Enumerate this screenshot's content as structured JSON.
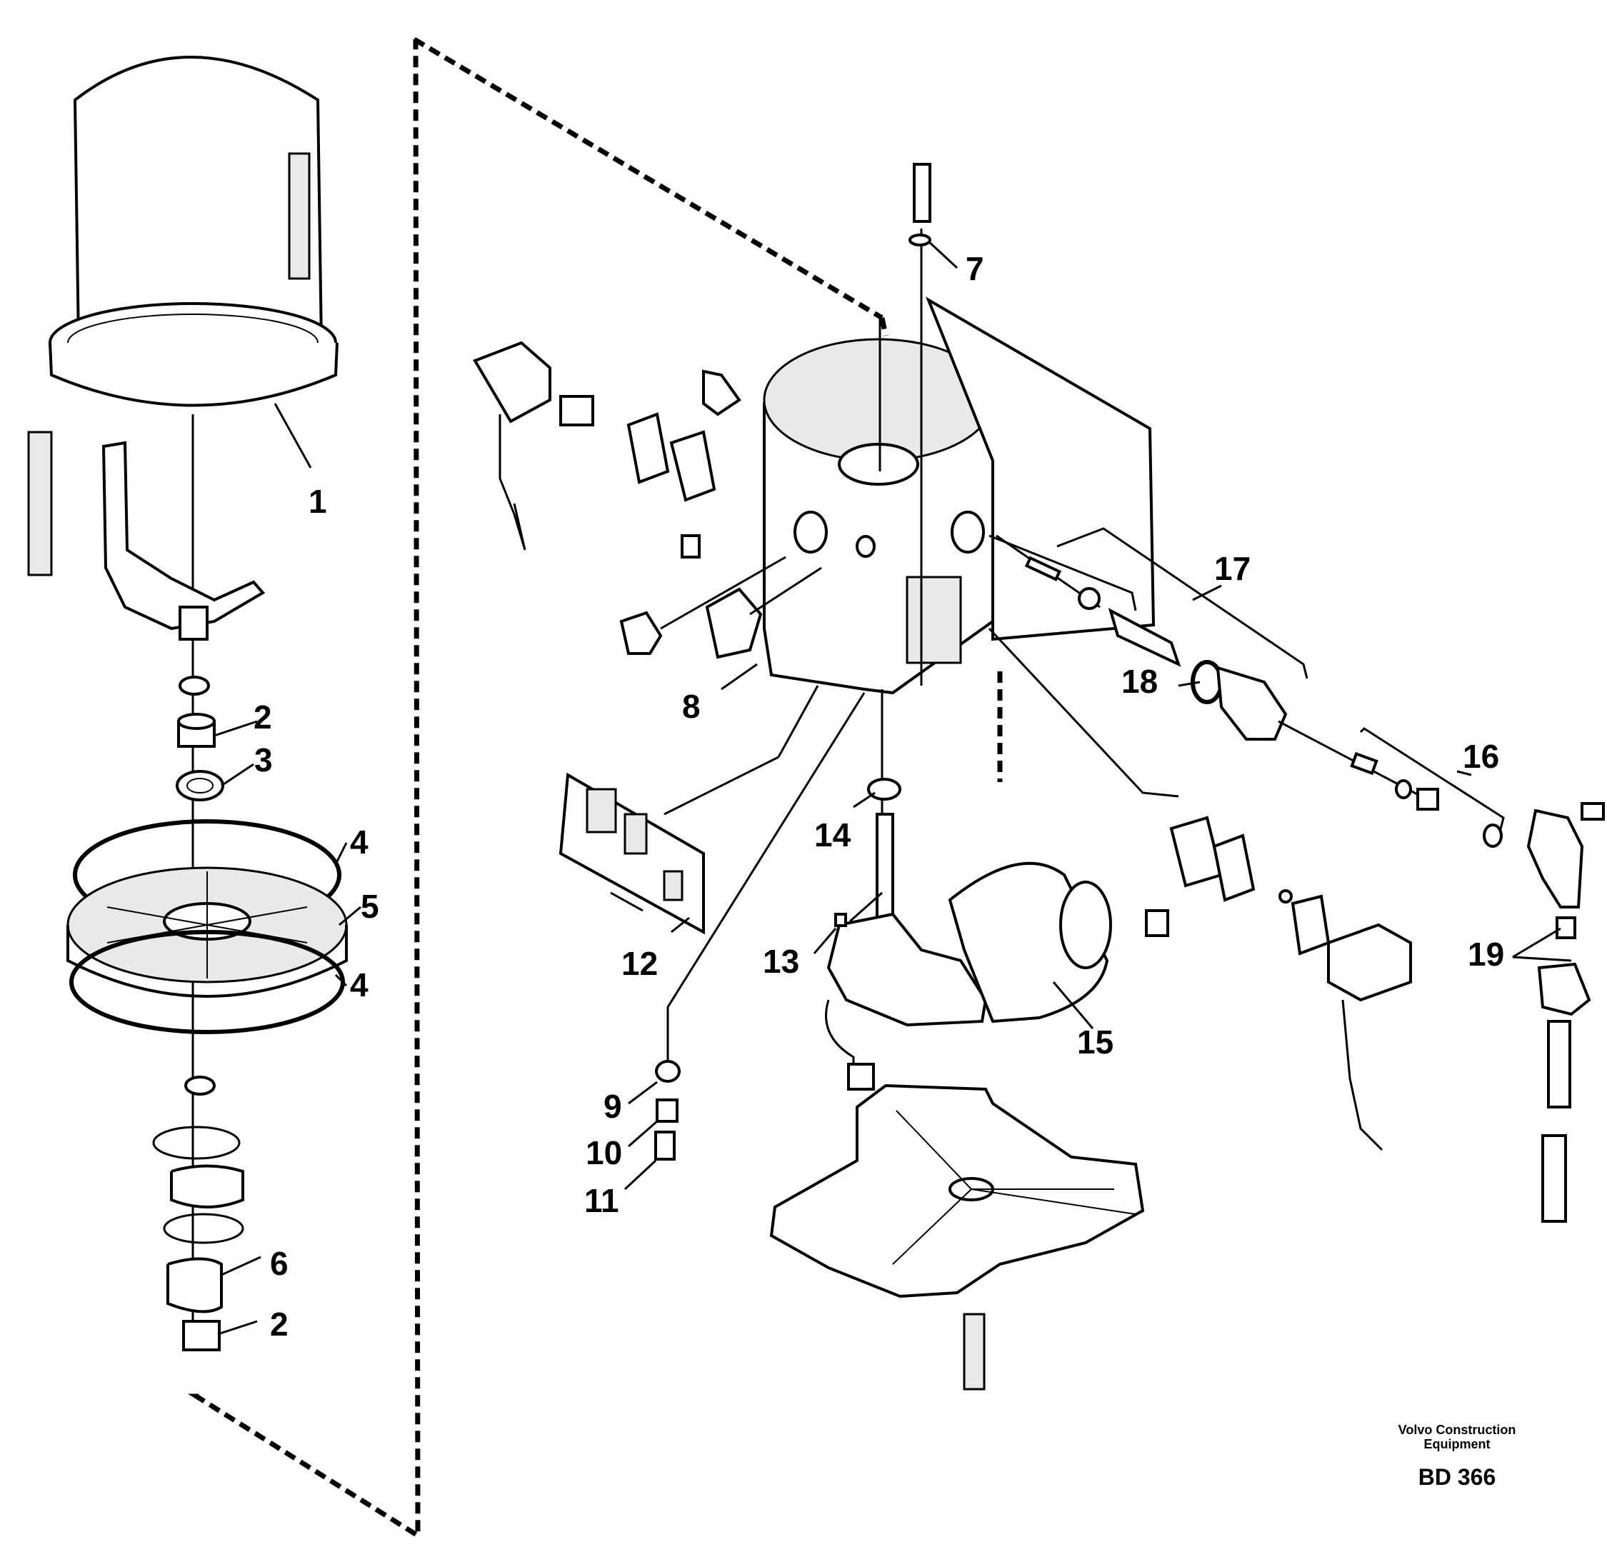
{
  "callouts": [
    "1",
    "2",
    "3",
    "4",
    "5",
    "4",
    "6",
    "2",
    "7",
    "8",
    "9",
    "10",
    "11",
    "12",
    "13",
    "14",
    "15",
    "16",
    "17",
    "18",
    "19"
  ],
  "footer": {
    "brand_line1": "Volvo Construction",
    "brand_line2": "Equipment",
    "code": "BD 366"
  }
}
